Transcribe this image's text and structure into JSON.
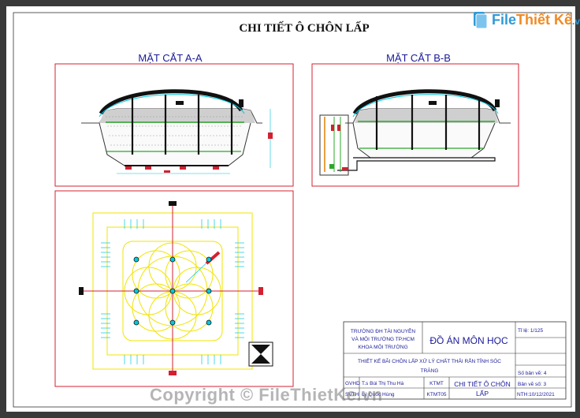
{
  "sheet_title": "CHI TIẾT Ô CHÔN LẤP",
  "section_a_label": "MẶT CẮT A-A",
  "section_b_label": "MẶT CẮT B-B",
  "logo": {
    "main": "File",
    "accent": "Thiết Kế",
    "domain": ".vn"
  },
  "watermark": "Copyright © FileThietKe.vn",
  "title_block": {
    "school_l1": "TRƯỜNG ĐH TÀI NGUYÊN",
    "school_l2": "VÀ MÔI TRƯỜNG TP.HCM",
    "school_l3": "KHOA MÔI TRƯỜNG",
    "project": "ĐỒ ÁN MÔN HỌC",
    "scale": "Tỉ lệ: 1/125",
    "design_l1": "THIẾT KẾ BÃI CHÔN LẤP XỬ LÝ CHẤT THẢI RẮN TỈNH SÓC",
    "design_l2": "TRĂNG",
    "sheet_no": "Số bản vẽ: 4",
    "gvhd_role": "GVHD",
    "gvhd_name": "T.s Bùi Thị Thu Hà",
    "ktmt": "KTMT",
    "drawing_name_l1": "CHI TIẾT Ô CHÔN",
    "drawing_name_l2": "LẤP",
    "sheet_num": "Bản vẽ số: 3",
    "svth_role": "SVTH",
    "svth_name": "Lý Quốc Hùng",
    "class": "KTMT05",
    "date": "NTH:10/12/2021"
  },
  "colors": {
    "frame": "#d42030",
    "text": "#1a1a9a",
    "plan_yellow": "#f2e400",
    "cyan": "#00c8e0",
    "green": "#2aa82a"
  }
}
